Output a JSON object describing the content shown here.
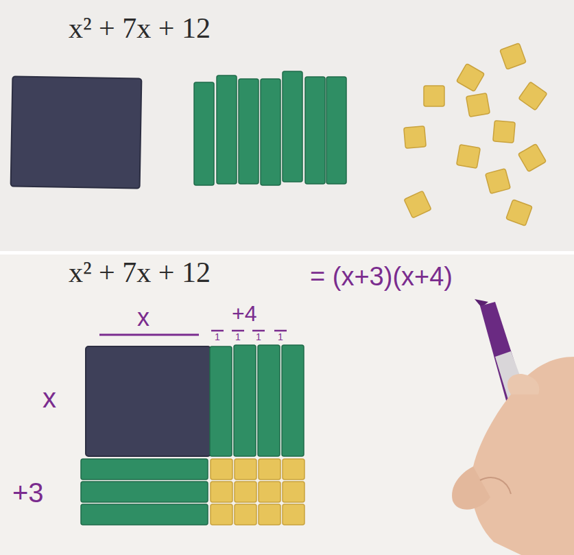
{
  "diagram": {
    "labels": [
      "x² + 7x + 12",
      "x² + 7x + 12",
      "= (x+3)(x+4)",
      "x",
      "+4",
      "1",
      "1",
      "1",
      "1",
      "x",
      "+3"
    ]
  }
}
